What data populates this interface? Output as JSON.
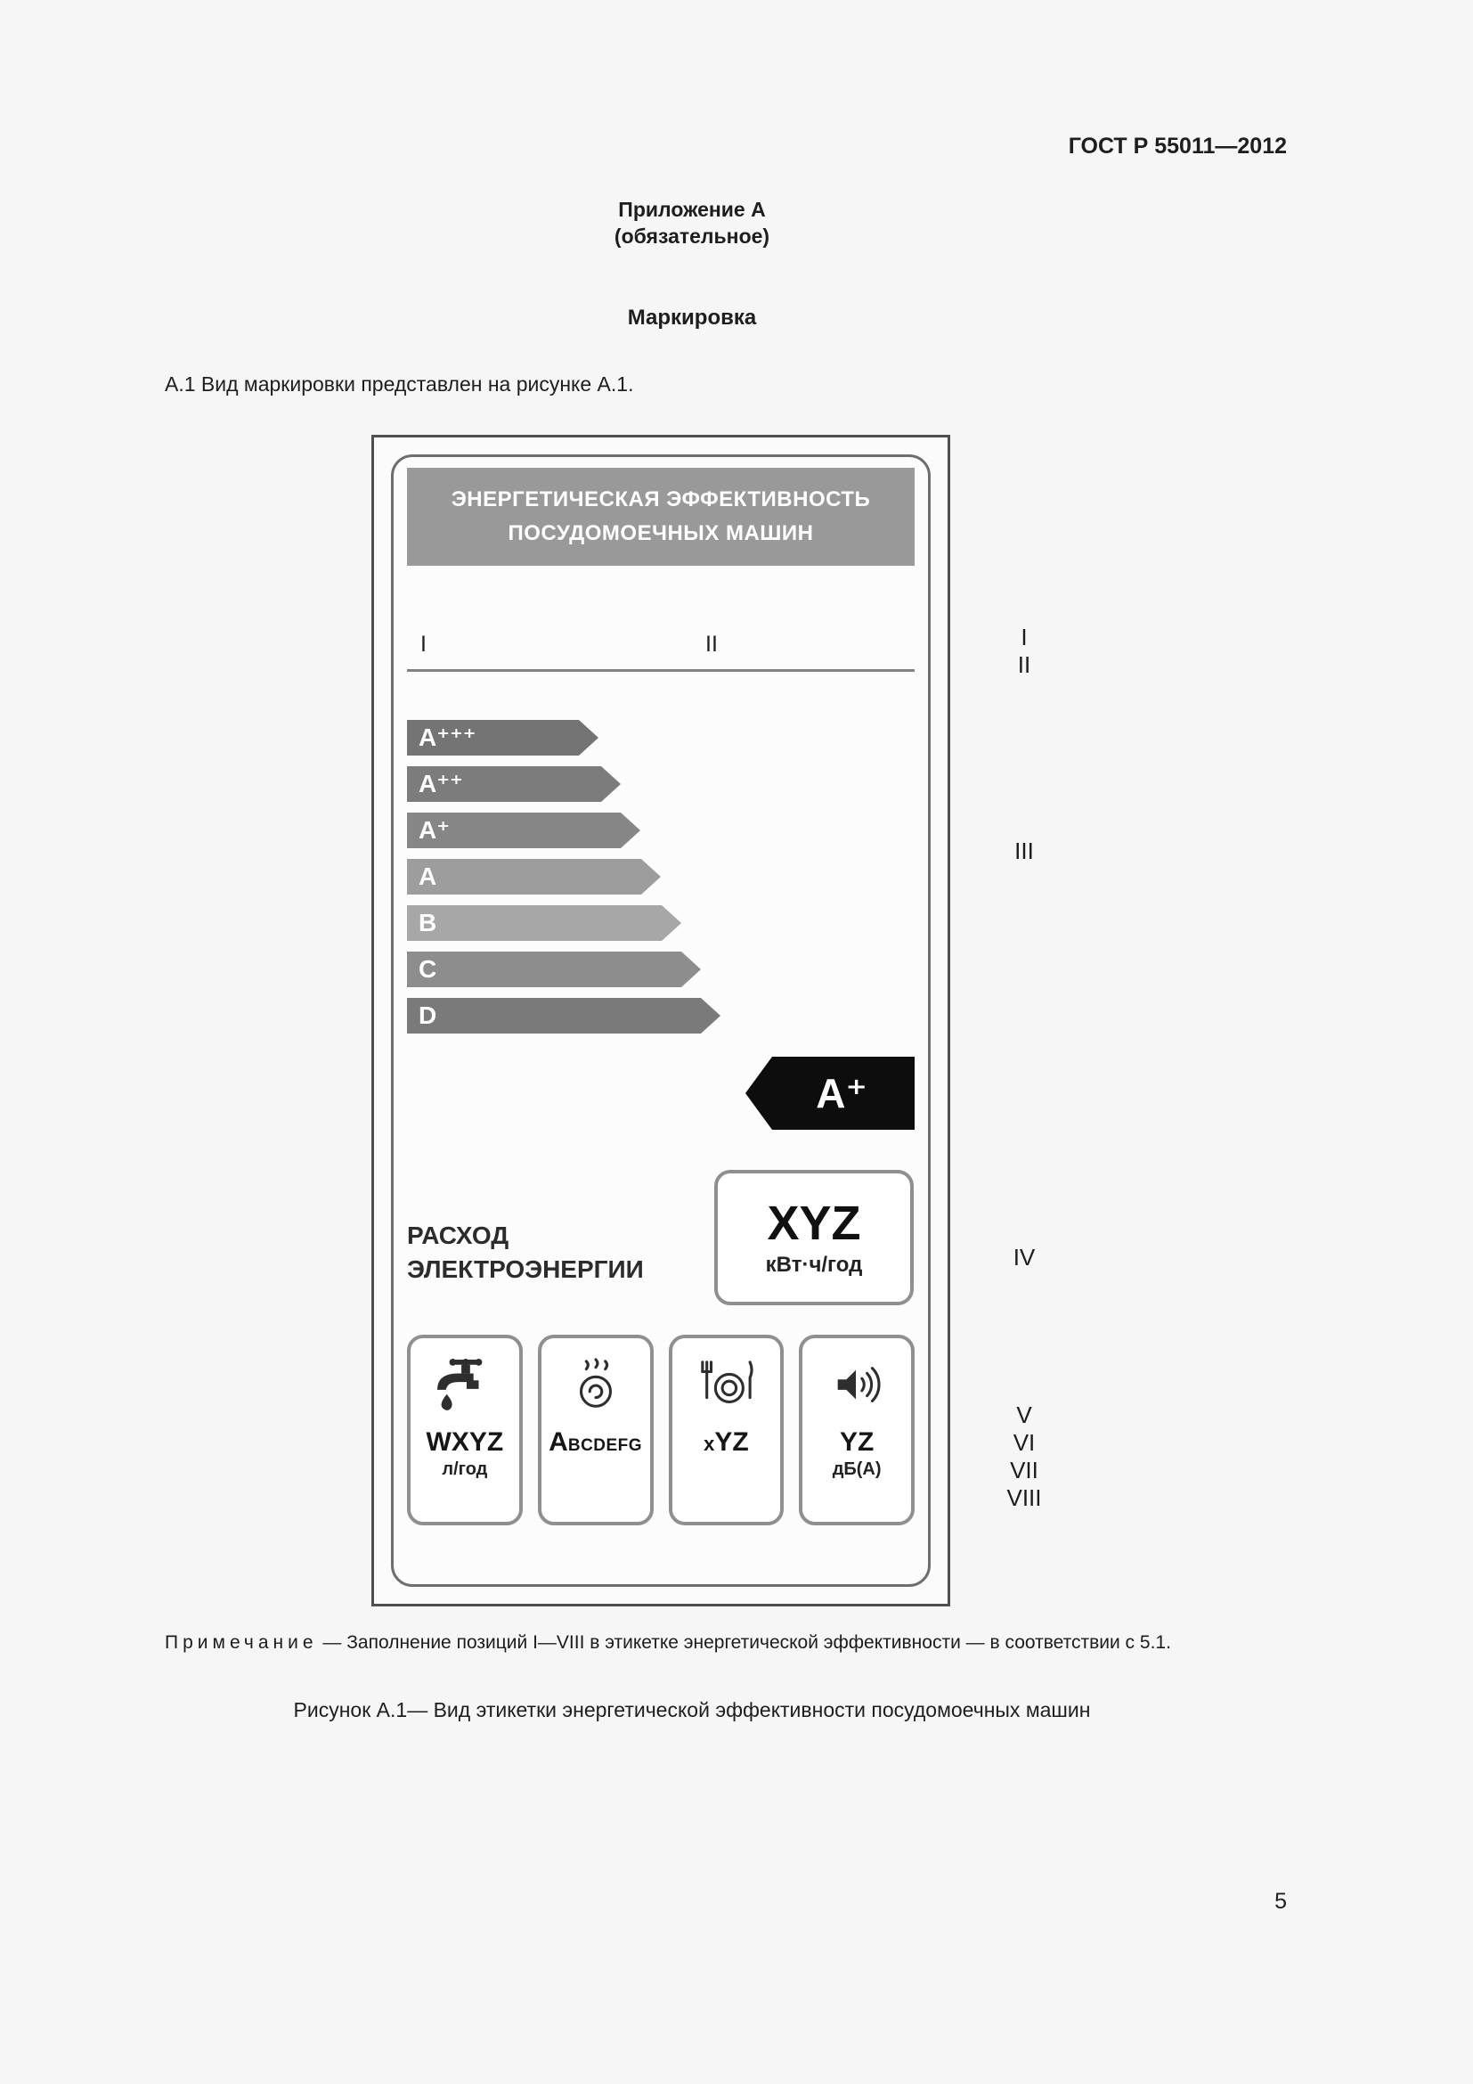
{
  "page": {
    "doc_number": "ГОСТ Р 55011—2012",
    "appendix_title": "Приложение А",
    "appendix_type": "(обязательное)",
    "section_title": "Маркировка",
    "intro": "А.1 Вид маркировки представлен на рисунке А.1.",
    "note_label": "Примечание",
    "note_dash": "—",
    "note_text": "Заполнение позиций I—VIII в этикетке энергетической эффективности — в соответствии с 5.1.",
    "figure_caption": "Рисунок А.1— Вид этикетки энергетической эффективности посудомоечных машин",
    "page_number": "5"
  },
  "energy_label": {
    "title_line1": "ЭНЕРГЕТИЧЕСКАЯ ЭФФЕКТИВНОСТЬ",
    "title_line2": "ПОСУДОМОЕЧНЫХ МАШИН",
    "marker_left": "I",
    "marker_right": "II",
    "classes": [
      {
        "label": "A⁺⁺⁺",
        "color": "#747474"
      },
      {
        "label": "A⁺⁺",
        "color": "#7c7c7c"
      },
      {
        "label": "A⁺",
        "color": "#868686"
      },
      {
        "label": "A",
        "color": "#9d9d9d"
      },
      {
        "label": "B",
        "color": "#a7a7a7"
      },
      {
        "label": "C",
        "color": "#8d8d8d"
      },
      {
        "label": "D",
        "color": "#7a7a7a"
      }
    ],
    "selected_class": "A⁺",
    "consumption_line1": "РАСХОД",
    "consumption_line2": "ЭЛЕКТРОЭНЕРГИИ",
    "energy_value": "XYZ",
    "energy_unit": "кВт·ч/год",
    "water": {
      "value": "WXYZ",
      "unit": "л/год"
    },
    "drying": {
      "first": "А",
      "rest": "BCDEFG"
    },
    "capacity": {
      "prefix": "х",
      "value": "YZ"
    },
    "noise": {
      "value": "YZ",
      "unit": "дБ(А)"
    }
  },
  "position_markers": {
    "i": "I",
    "ii": "II",
    "iii": "III",
    "iv": "IV",
    "v": "V",
    "vi": "VI",
    "vii": "VII",
    "viii": "VIII"
  },
  "colors": {
    "indicator_bg": "#0d0d0d",
    "title_box_bg": "#999999",
    "page_bg": "#f6f6f6"
  }
}
